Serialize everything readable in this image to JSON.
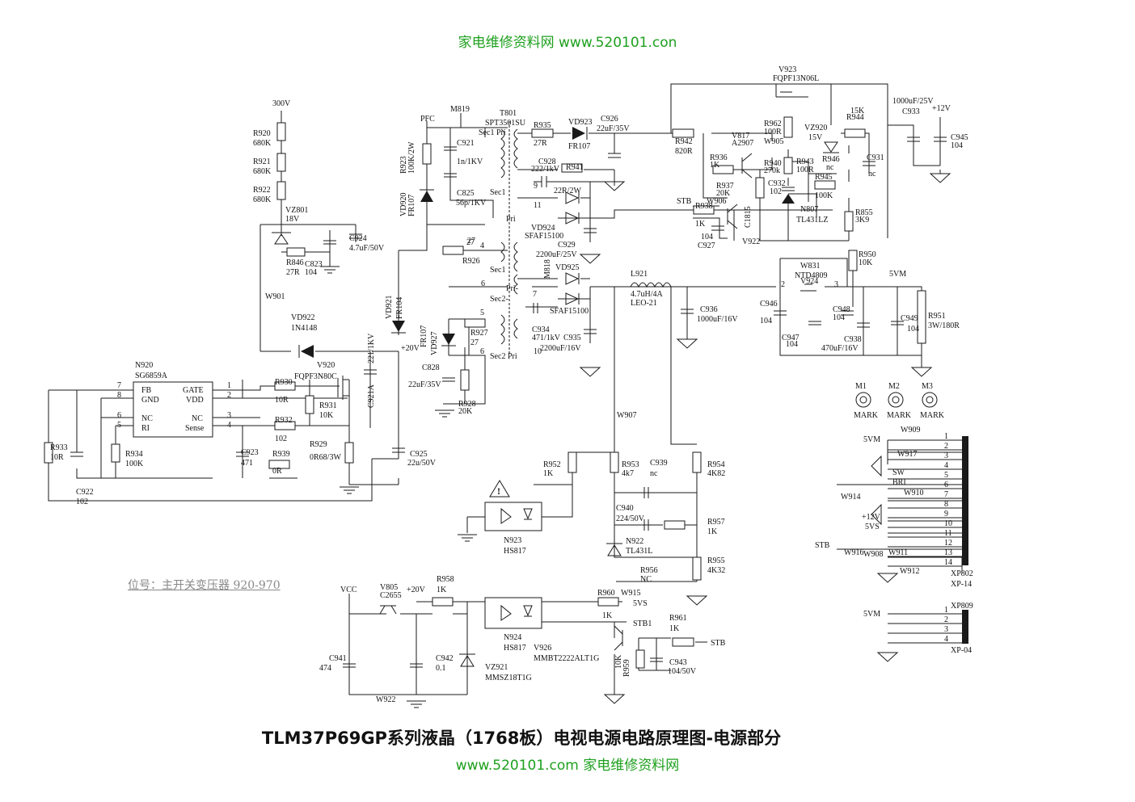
{
  "header_watermark": "家电维修资料网 www.520101.con",
  "footer_watermark": "www.520101.com 家电维修资料网",
  "title": "TLM37P69GP系列液晶（1768板）电视电源电路原理图-电源部分",
  "note": "位号：主开关变压器 920-970",
  "accent_color": "#1ea01e",
  "labels": [
    {
      "id": "300v",
      "text": "300V"
    },
    {
      "id": "r920",
      "text": "R920"
    },
    {
      "id": "r920v",
      "text": "680K"
    },
    {
      "id": "r921",
      "text": "R921"
    },
    {
      "id": "r921v",
      "text": "680K"
    },
    {
      "id": "r922",
      "text": "R922"
    },
    {
      "id": "r922v",
      "text": "680K"
    },
    {
      "id": "vz801",
      "text": "VZ801"
    },
    {
      "id": "vz801v",
      "text": "18V"
    },
    {
      "id": "r846",
      "text": "R846"
    },
    {
      "id": "r846v",
      "text": "27R"
    },
    {
      "id": "c823",
      "text": "C823"
    },
    {
      "id": "c823v",
      "text": "104"
    },
    {
      "id": "c924",
      "text": "C924"
    },
    {
      "id": "c924v",
      "text": "4.7uF/50V"
    },
    {
      "id": "w901",
      "text": "W901"
    },
    {
      "id": "vd922",
      "text": "VD922"
    },
    {
      "id": "vd922v",
      "text": "1N4148"
    },
    {
      "id": "v920",
      "text": "V920"
    },
    {
      "id": "v920v",
      "text": "FQPF3N80C"
    },
    {
      "id": "n920",
      "text": "N920"
    },
    {
      "id": "n920v",
      "text": "SG6859A"
    },
    {
      "id": "fb",
      "text": "FB"
    },
    {
      "id": "gnd",
      "text": "GND"
    },
    {
      "id": "nc1",
      "text": "NC"
    },
    {
      "id": "ri",
      "text": "RI"
    },
    {
      "id": "gate",
      "text": "GATE"
    },
    {
      "id": "vdd",
      "text": "VDD"
    },
    {
      "id": "nc2",
      "text": "NC"
    },
    {
      "id": "sense",
      "text": "Sense"
    },
    {
      "id": "p7",
      "text": "7"
    },
    {
      "id": "p8",
      "text": "8"
    },
    {
      "id": "p6",
      "text": "6"
    },
    {
      "id": "p5",
      "text": "5"
    },
    {
      "id": "p1",
      "text": "1"
    },
    {
      "id": "p2",
      "text": "2"
    },
    {
      "id": "p3",
      "text": "3"
    },
    {
      "id": "p4",
      "text": "4"
    },
    {
      "id": "r930",
      "text": "R930"
    },
    {
      "id": "r930v",
      "text": "10R"
    },
    {
      "id": "r931",
      "text": "R931"
    },
    {
      "id": "r931v",
      "text": "10K"
    },
    {
      "id": "r932",
      "text": "R932"
    },
    {
      "id": "r932v",
      "text": "102"
    },
    {
      "id": "r929",
      "text": "R929"
    },
    {
      "id": "r929v",
      "text": "0R68/3W"
    },
    {
      "id": "c921a",
      "text": "C921A"
    },
    {
      "id": "c921av",
      "text": "221/1KV"
    },
    {
      "id": "r933",
      "text": "R933"
    },
    {
      "id": "r933v",
      "text": "10R"
    },
    {
      "id": "r934",
      "text": "R934"
    },
    {
      "id": "r934v",
      "text": "100K"
    },
    {
      "id": "c923",
      "text": "C923"
    },
    {
      "id": "c923v",
      "text": "471"
    },
    {
      "id": "r939",
      "text": "R939"
    },
    {
      "id": "r939v",
      "text": "0R"
    },
    {
      "id": "c922",
      "text": "C922"
    },
    {
      "id": "c922v",
      "text": "102"
    },
    {
      "id": "c925",
      "text": "C925"
    },
    {
      "id": "c925v",
      "text": "22u/50V"
    },
    {
      "id": "vd921",
      "text": "VD921"
    },
    {
      "id": "vd921v",
      "text": "FR104"
    },
    {
      "id": "plus20a",
      "text": "+20V"
    },
    {
      "id": "pfc",
      "text": "PFC"
    },
    {
      "id": "m819",
      "text": "M819"
    },
    {
      "id": "r923",
      "text": "R923"
    },
    {
      "id": "r923v",
      "text": "100K/2W"
    },
    {
      "id": "c921",
      "text": "C921"
    },
    {
      "id": "c921v",
      "text": "1n/1KV"
    },
    {
      "id": "vd920",
      "text": "VD920"
    },
    {
      "id": "vd920v",
      "text": "FR107"
    },
    {
      "id": "c825",
      "text": "C825"
    },
    {
      "id": "c825v",
      "text": "56p/1KV"
    },
    {
      "id": "t801",
      "text": "T801"
    },
    {
      "id": "t801v",
      "text": "SPT3501SU"
    },
    {
      "id": "sec1pri",
      "text": "Sec1 Pri"
    },
    {
      "id": "sec1",
      "text": "Sec1"
    },
    {
      "id": "sec1b",
      "text": "Sec1"
    },
    {
      "id": "pri",
      "text": "Pri"
    },
    {
      "id": "r926",
      "text": "R926"
    },
    {
      "id": "r926v",
      "text": "27"
    },
    {
      "id": "r927",
      "text": "R927"
    },
    {
      "id": "r927v",
      "text": "27"
    },
    {
      "id": "vd927",
      "text": "VD927"
    },
    {
      "id": "fr107b",
      "text": "FR107"
    },
    {
      "id": "c828",
      "text": "C828"
    },
    {
      "id": "c828v",
      "text": "22uF/35V"
    },
    {
      "id": "r928",
      "text": "R928"
    },
    {
      "id": "r928v",
      "text": "20K"
    },
    {
      "id": "m818",
      "text": "M818"
    },
    {
      "id": "r935",
      "text": "R935"
    },
    {
      "id": "r935v",
      "text": "27R"
    },
    {
      "id": "vd923",
      "text": "VD923"
    },
    {
      "id": "vd923v",
      "text": "FR107"
    },
    {
      "id": "c926",
      "text": "C926"
    },
    {
      "id": "c926v",
      "text": "22uF/35V"
    },
    {
      "id": "c928",
      "text": "C928"
    },
    {
      "id": "c928v",
      "text": "222/1kV"
    },
    {
      "id": "r941",
      "text": "R941"
    },
    {
      "id": "r941v",
      "text": "22R/2W"
    },
    {
      "id": "vd924",
      "text": "VD924"
    },
    {
      "id": "vd924v",
      "text": "SFAF15100"
    },
    {
      "id": "c929",
      "text": "C929"
    },
    {
      "id": "c929v",
      "text": "2200uF/25V"
    },
    {
      "id": "vd925",
      "text": "VD925"
    },
    {
      "id": "vd925v",
      "text": "SFAF15100"
    },
    {
      "id": "c934",
      "text": "C934"
    },
    {
      "id": "c934v",
      "text": "471/1kV"
    },
    {
      "id": "c935",
      "text": "C935"
    },
    {
      "id": "c935v",
      "text": "2200uF/16V"
    },
    {
      "id": "pri2",
      "text": "Pri-"
    },
    {
      "id": "sec2",
      "text": "Sec2-"
    },
    {
      "id": "sec2b",
      "text": "Sec2 Pri"
    },
    {
      "id": "n9",
      "text": "9"
    },
    {
      "id": "n11",
      "text": "11"
    },
    {
      "id": "n7",
      "text": "7"
    },
    {
      "id": "n10",
      "text": "10"
    },
    {
      "id": "n27",
      "text": "27"
    },
    {
      "id": "n4",
      "text": "4"
    },
    {
      "id": "n6",
      "text": "6"
    },
    {
      "id": "n5",
      "text": "5"
    },
    {
      "id": "n6b",
      "text": "6"
    },
    {
      "id": "l921",
      "text": "L921"
    },
    {
      "id": "l921v",
      "text": "4.7uH/4A"
    },
    {
      "id": "l921w",
      "text": "LEO-21"
    },
    {
      "id": "c936",
      "text": "C936"
    },
    {
      "id": "c936v",
      "text": "1000uF/16V"
    },
    {
      "id": "w907",
      "text": "W907"
    },
    {
      "id": "v923",
      "text": "V923"
    },
    {
      "id": "v923v",
      "text": "FQPF13N06L"
    },
    {
      "id": "r942",
      "text": "R942"
    },
    {
      "id": "r942v",
      "text": "820R"
    },
    {
      "id": "v817",
      "text": "V817"
    },
    {
      "id": "v817v",
      "text": "A2907"
    },
    {
      "id": "r936",
      "text": "R936"
    },
    {
      "id": "r936v",
      "text": "1K"
    },
    {
      "id": "r937",
      "text": "R937"
    },
    {
      "id": "r937v",
      "text": "20K"
    },
    {
      "id": "w906",
      "text": "W906"
    },
    {
      "id": "stb1",
      "text": "STB"
    },
    {
      "id": "r938",
      "text": "R938"
    },
    {
      "id": "r938v",
      "text": "1K"
    },
    {
      "id": "c927",
      "text": "C927"
    },
    {
      "id": "c927v",
      "text": "104"
    },
    {
      "id": "c1815",
      "text": "C1815"
    },
    {
      "id": "v922",
      "text": "V922"
    },
    {
      "id": "r962",
      "text": "R962"
    },
    {
      "id": "r962v",
      "text": "100R"
    },
    {
      "id": "w905",
      "text": "W905"
    },
    {
      "id": "r940",
      "text": "R940"
    },
    {
      "id": "r940v",
      "text": "270k"
    },
    {
      "id": "r943",
      "text": "R943"
    },
    {
      "id": "r943v",
      "text": "100R"
    },
    {
      "id": "c932",
      "text": "C932"
    },
    {
      "id": "c932v",
      "text": "102"
    },
    {
      "id": "vz920",
      "text": "VZ920"
    },
    {
      "id": "vz920v",
      "text": "15V"
    },
    {
      "id": "r945",
      "text": "R945"
    },
    {
      "id": "r945v",
      "text": "100K"
    },
    {
      "id": "n807",
      "text": "N807"
    },
    {
      "id": "n807v",
      "text": "TL431LZ"
    },
    {
      "id": "r946",
      "text": "R946"
    },
    {
      "id": "r946v",
      "text": "nc"
    },
    {
      "id": "r944",
      "text": "R944"
    },
    {
      "id": "r944v",
      "text": "15K"
    },
    {
      "id": "c931",
      "text": "C931"
    },
    {
      "id": "c931v",
      "text": "nc"
    },
    {
      "id": "r855",
      "text": "R855"
    },
    {
      "id": "r855v",
      "text": "3K9"
    },
    {
      "id": "c933",
      "text": "C933"
    },
    {
      "id": "c933v",
      "text": "1000uF/25V"
    },
    {
      "id": "plus12",
      "text": "+12V"
    },
    {
      "id": "c945",
      "text": "C945"
    },
    {
      "id": "c945v",
      "text": "104"
    },
    {
      "id": "r950",
      "text": "R950"
    },
    {
      "id": "r950v",
      "text": "10K"
    },
    {
      "id": "w831",
      "text": "W831"
    },
    {
      "id": "w831v",
      "text": "NTD4809"
    },
    {
      "id": "v924",
      "text": "V924"
    },
    {
      "id": "c946",
      "text": "C946"
    },
    {
      "id": "c946v",
      "text": "104"
    },
    {
      "id": "c948",
      "text": "C948"
    },
    {
      "id": "c948v",
      "text": "104"
    },
    {
      "id": "c947",
      "text": "C947"
    },
    {
      "id": "c947v",
      "text": "104"
    },
    {
      "id": "c938",
      "text": "C938"
    },
    {
      "id": "c938v",
      "text": "470uF/16V"
    },
    {
      "id": "c949",
      "text": "C949"
    },
    {
      "id": "c949v",
      "text": "104"
    },
    {
      "id": "r951",
      "text": "R951"
    },
    {
      "id": "r951v",
      "text": "3W/180R"
    },
    {
      "id": "5vm",
      "text": "5VM"
    },
    {
      "id": "n2",
      "text": "2"
    },
    {
      "id": "n3",
      "text": "3"
    },
    {
      "id": "m1",
      "text": "M1"
    },
    {
      "id": "m2",
      "text": "M2"
    },
    {
      "id": "m3",
      "text": "M3"
    },
    {
      "id": "mark1",
      "text": "MARK"
    },
    {
      "id": "mark2",
      "text": "MARK"
    },
    {
      "id": "mark3",
      "text": "MARK"
    },
    {
      "id": "r952",
      "text": "R952"
    },
    {
      "id": "r952v",
      "text": "1K"
    },
    {
      "id": "r953",
      "text": "R953"
    },
    {
      "id": "r953v",
      "text": "4k7"
    },
    {
      "id": "c939",
      "text": "C939"
    },
    {
      "id": "c939v",
      "text": "nc"
    },
    {
      "id": "r954",
      "text": "R954"
    },
    {
      "id": "r954v",
      "text": "4K82"
    },
    {
      "id": "c940",
      "text": "C940"
    },
    {
      "id": "c940v",
      "text": "224/50V"
    },
    {
      "id": "r957",
      "text": "R957"
    },
    {
      "id": "r957v",
      "text": "1K"
    },
    {
      "id": "n922",
      "text": "N922"
    },
    {
      "id": "n922v",
      "text": "TL431L"
    },
    {
      "id": "r955",
      "text": "R955"
    },
    {
      "id": "r955v",
      "text": "4K32"
    },
    {
      "id": "r956",
      "text": "R956"
    },
    {
      "id": "r956v",
      "text": "NC"
    },
    {
      "id": "n923",
      "text": "N923"
    },
    {
      "id": "n923v",
      "text": "HS817"
    },
    {
      "id": "vcc",
      "text": "VCC"
    },
    {
      "id": "v805",
      "text": "V805"
    },
    {
      "id": "v805v",
      "text": "C2655"
    },
    {
      "id": "plus20b",
      "text": "+20V"
    },
    {
      "id": "r958",
      "text": "R958"
    },
    {
      "id": "r958v",
      "text": "1K"
    },
    {
      "id": "c941",
      "text": "C941"
    },
    {
      "id": "c941v",
      "text": "474"
    },
    {
      "id": "c942",
      "text": "C942"
    },
    {
      "id": "c942v",
      "text": "0.1"
    },
    {
      "id": "vz921",
      "text": "VZ921"
    },
    {
      "id": "vz921v",
      "text": "MMSZ18T1G"
    },
    {
      "id": "w922",
      "text": "W922"
    },
    {
      "id": "n924",
      "text": "N924"
    },
    {
      "id": "n924v",
      "text": "HS817"
    },
    {
      "id": "r960",
      "text": "R960"
    },
    {
      "id": "w915",
      "text": "W915"
    },
    {
      "id": "r960v",
      "text": "1K"
    },
    {
      "id": "5vs",
      "text": "5VS"
    },
    {
      "id": "stb1b",
      "text": "STB1"
    },
    {
      "id": "v926",
      "text": "V926"
    },
    {
      "id": "v926v",
      "text": "MMBT2222ALT1G"
    },
    {
      "id": "r961",
      "text": "R961"
    },
    {
      "id": "r961v",
      "text": "1K"
    },
    {
      "id": "stb2",
      "text": "STB"
    },
    {
      "id": "r959",
      "text": "R959"
    },
    {
      "id": "r959v",
      "text": "10K"
    },
    {
      "id": "c943",
      "text": "C943"
    },
    {
      "id": "c943v",
      "text": "104/50V"
    },
    {
      "id": "5vm2",
      "text": "5VM"
    },
    {
      "id": "w909",
      "text": "W909"
    },
    {
      "id": "w917",
      "text": "W917"
    },
    {
      "id": "sw",
      "text": "SW"
    },
    {
      "id": "bri",
      "text": "BRI"
    },
    {
      "id": "w914",
      "text": "W914"
    },
    {
      "id": "w910",
      "text": "W910"
    },
    {
      "id": "plus12b",
      "text": "+12V"
    },
    {
      "id": "5vs2",
      "text": "5VS"
    },
    {
      "id": "stb3",
      "text": "STB"
    },
    {
      "id": "w916",
      "text": "W916"
    },
    {
      "id": "w908",
      "text": "W908"
    },
    {
      "id": "w911",
      "text": "W911"
    },
    {
      "id": "w912",
      "text": "W912"
    },
    {
      "id": "xp802",
      "text": "XP802"
    },
    {
      "id": "xp14",
      "text": "XP-14"
    },
    {
      "id": "5vm3",
      "text": "5VM"
    },
    {
      "id": "xp809",
      "text": "XP809"
    },
    {
      "id": "xp04",
      "text": "XP-04"
    }
  ],
  "connector_xp802_pins": [
    "1",
    "2",
    "3",
    "4",
    "5",
    "6",
    "7",
    "8",
    "9",
    "10",
    "11",
    "12",
    "13",
    "14"
  ],
  "connector_xp809_pins": [
    "1",
    "2",
    "3",
    "4"
  ]
}
